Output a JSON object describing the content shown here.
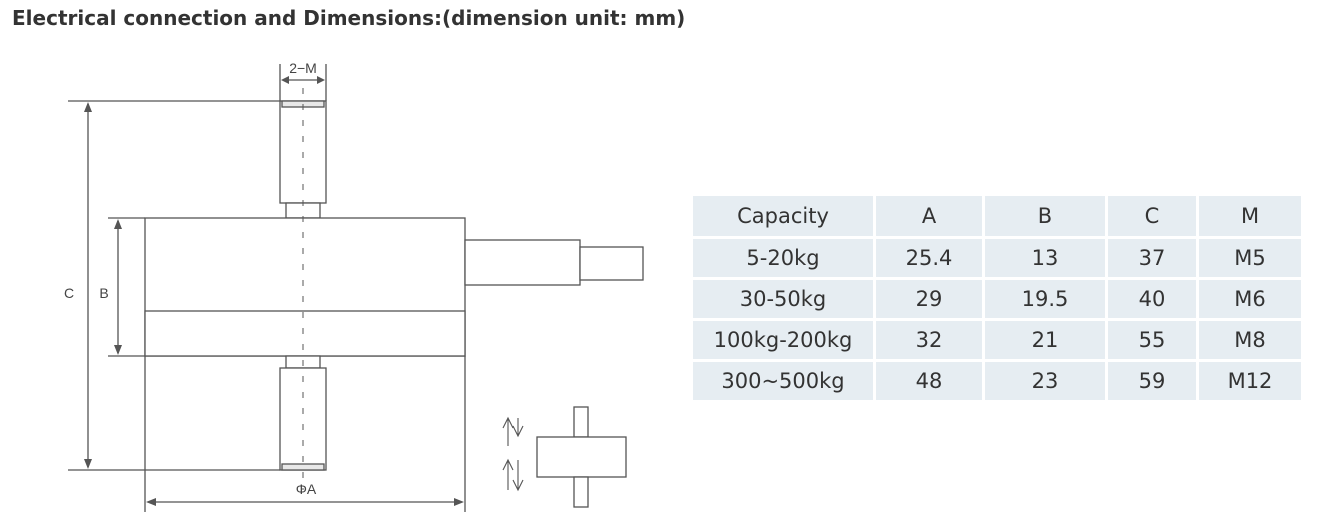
{
  "page_title": "Electrical connection and Dimensions:(dimension unit: mm)",
  "drawing": {
    "label_2m": "2−M",
    "label_c": "C",
    "label_b": "B",
    "label_phi_a": "ΦA"
  },
  "table": {
    "headers": [
      "Capacity",
      "A",
      "B",
      "C",
      "M"
    ],
    "rows": [
      [
        "5-20kg",
        "25.4",
        "13",
        "37",
        "M5"
      ],
      [
        "30-50kg",
        "29",
        "19.5",
        "40",
        "M6"
      ],
      [
        "100kg-200kg",
        "32",
        "21",
        "55",
        "M8"
      ],
      [
        "300~500kg",
        "48",
        "23",
        "59",
        "M12"
      ]
    ]
  }
}
